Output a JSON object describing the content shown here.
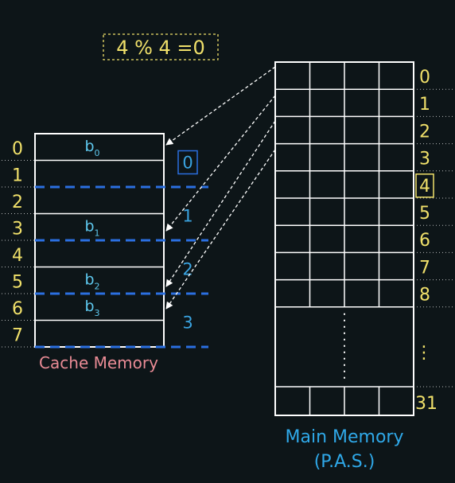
{
  "equation": {
    "text": "4 % 4 =0",
    "text_color": "#f0e06a",
    "box_color": "#f0e06a"
  },
  "colors": {
    "background": "#0d1518",
    "grid": "#ffffff",
    "yellow": "#f0e06a",
    "blue_dashed": "#2b6fe0",
    "set_label": "#3aa3e0",
    "block": "#5ec9ef",
    "cache_title": "#e98b95",
    "main_title": "#2fa8e8"
  },
  "cache": {
    "title": "Cache Memory",
    "line_numbers": [
      "0",
      "1",
      "2",
      "3",
      "4",
      "5",
      "6",
      "7"
    ],
    "blocks": [
      {
        "letter": "b",
        "sub": "0",
        "line": 0
      },
      {
        "letter": "b",
        "sub": "1",
        "line": 3
      },
      {
        "letter": "b",
        "sub": "2",
        "line": 5
      },
      {
        "letter": "b",
        "sub": "3",
        "line": 6
      }
    ],
    "set_labels": [
      "0",
      "1",
      "2",
      "3"
    ],
    "highlighted_set": "0"
  },
  "main_memory": {
    "title": "Main Memory",
    "subtitle": "(P.A.S.)",
    "columns": 4,
    "row_labels": [
      "0",
      "1",
      "2",
      "3",
      "4",
      "5",
      "6",
      "7",
      "8"
    ],
    "highlighted_row": "4",
    "continuation": "⋮",
    "last_row_label": "31"
  }
}
